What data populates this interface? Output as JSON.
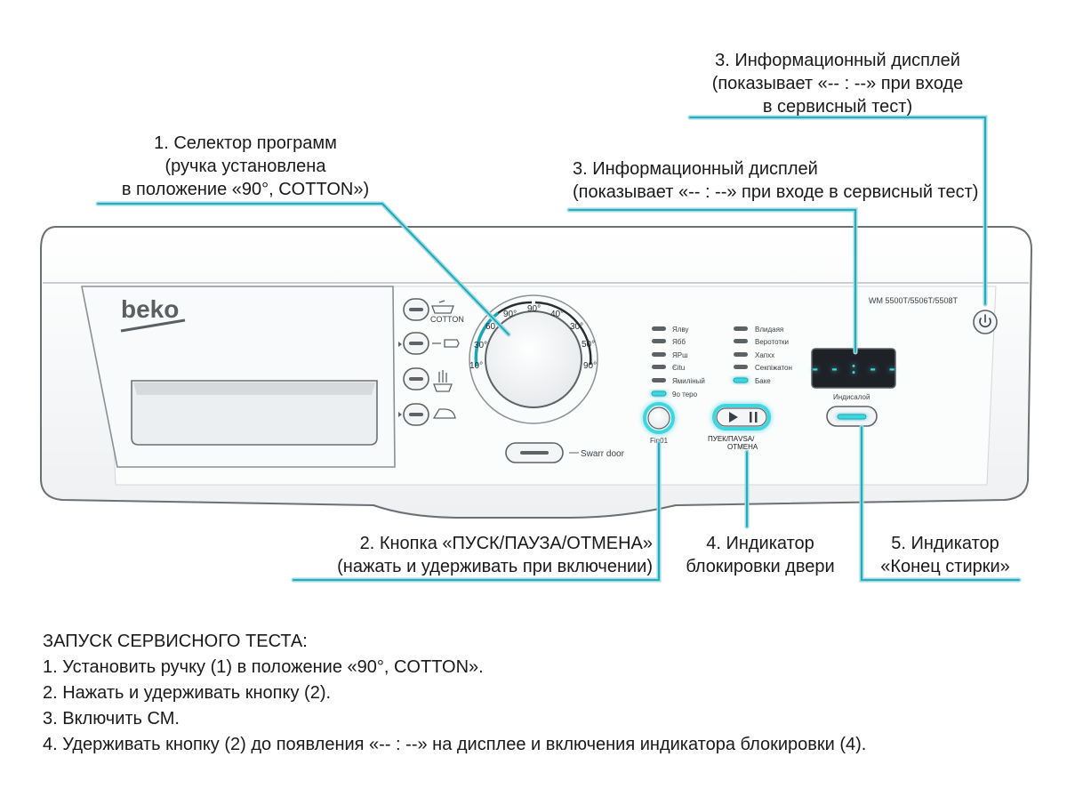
{
  "callouts": {
    "display_top": {
      "line1": "3. Информационный дисплей",
      "line2": "(показывает «-- : --» при входе",
      "line3": "в сервисный тест)"
    },
    "selector": {
      "line1": "1. Селектор программ",
      "line2": "(ручка установлена",
      "line3": "в положение «90°, COTTON»)"
    },
    "display_mid": {
      "line1": "3. Информационный дисплей",
      "line2": "(показывает «-- : --» при входе в сервисный тест)"
    },
    "start_button": {
      "line1": "2. Кнопка «ПУСК/ПАУЗА/ОТМЕНА»",
      "line2": "(нажать и удерживать при включении)"
    },
    "door_lock": {
      "line1": "4. Индикатор",
      "line2": "блокировки двери"
    },
    "end_wash": {
      "line1": "5. Индикатор",
      "line2": "«Конец стирки»"
    }
  },
  "panel": {
    "brand": "beko",
    "model": "WM 5500T/5506T/5508T",
    "cotton_label": "COTTON",
    "smart_door_label": "Swarr door",
    "finish_label": "Fin01",
    "start_pause_label_1": "ПУЕК/ПАVSA/",
    "start_pause_label_2": "ОТМЕНА",
    "display_button_label": "Индисалой",
    "display_text": "- - : - -",
    "dial_labels": [
      "10°",
      "30°",
      "60°",
      "90°",
      "90°",
      "40°",
      "30°",
      "50°",
      "90°"
    ],
    "left_indicators": [
      "Ялву",
      "Ябб",
      "ЯРш",
      "Єіtu",
      "Ямиліный",
      "9о теро"
    ],
    "right_indicators": [
      "Влидаяя",
      "Верототки",
      "Хапхх",
      "Секпіжатон",
      "Баке"
    ]
  },
  "instructions": {
    "title": "ЗАПУСК СЕРВИСНОГО ТЕСТА:",
    "steps": [
      "1. Установить ручку (1) в положение «90°, COTTON».",
      "2. Нажать и удерживать кнопку (2).",
      "3. Включить СМ.",
      "4. Удерживать кнопку (2) до появления «-- : --» на дисплее и включения индикатора блокировки (4)."
    ]
  },
  "colors": {
    "accent": "#1aa6b7",
    "glow": "#3fd6e0",
    "panel": "#f7f8f9",
    "outline": "#6b7075"
  }
}
